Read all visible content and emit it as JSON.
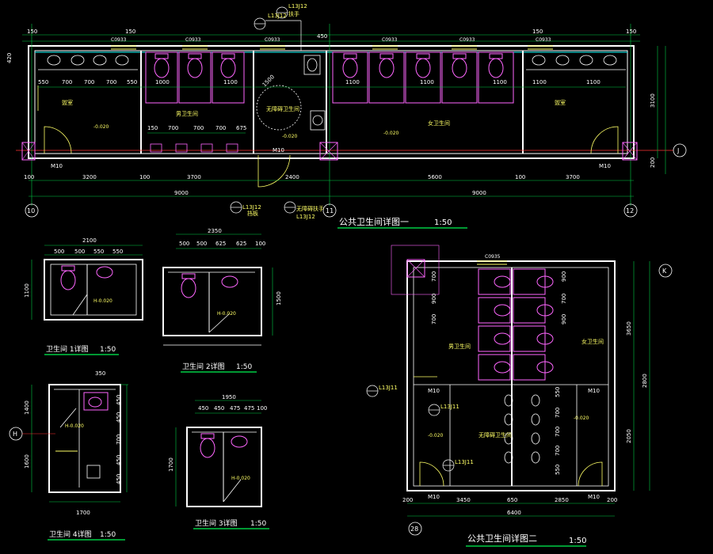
{
  "drawing": {
    "main_plan": {
      "title": "公共卫生间详图一",
      "scale": "1:50",
      "grid_left": "10",
      "grid_mid": "11",
      "grid_right": "12",
      "grid_j": "J",
      "total_left": "9000",
      "total_right": "9000",
      "seg_bottom": [
        "100",
        "3200",
        "100",
        "3700",
        "2400",
        "5600",
        "100",
        "3700"
      ],
      "top_dims": [
        "150",
        "150",
        "450",
        "150",
        "150"
      ],
      "window_labels": [
        "C0933",
        "C0933",
        "C0933",
        "C0933",
        "C0933",
        "C0933"
      ],
      "room_labels": [
        "盥室",
        "男卫生间",
        "无障碍卫生间",
        "女卫生间",
        "盥室"
      ],
      "elev_labels": [
        "-0.020",
        "-0.020",
        "-0.020"
      ],
      "door_labels": [
        "M10",
        "M10",
        "M10"
      ],
      "fixture_dims_left": [
        "550",
        "700",
        "700",
        "700",
        "550"
      ],
      "stall_dims_left": [
        "1000",
        "1100"
      ],
      "stall_dims_right": [
        "1100",
        "1100",
        "1100"
      ],
      "fixture_dims_right": [
        "1100",
        "1100"
      ],
      "urinal_dims": [
        "150",
        "700",
        "700",
        "700",
        "675"
      ],
      "right_dims": [
        "3100",
        "200"
      ],
      "callout_top": [
        "L13J12",
        "L13J12",
        "扶手"
      ],
      "callout_bottom": [
        "L13J12",
        "L13J12",
        "挡板",
        "无障碍扶手"
      ],
      "dia": "1500",
      "left_height": "420"
    },
    "detail1": {
      "title": "卫生间 1详图",
      "scale": "1:50",
      "total": "2100",
      "dims": [
        "500",
        "500",
        "550",
        "550"
      ],
      "height": "1100",
      "elev": "H-0.020"
    },
    "detail2": {
      "title": "卫生间 2详图",
      "scale": "1:50",
      "total": "2350",
      "dims": [
        "500",
        "500",
        "625",
        "625",
        "100"
      ],
      "height": "1500",
      "elev": "H-0.020"
    },
    "detail3": {
      "title": "卫生间 3详图",
      "scale": "1:50",
      "total": "1950",
      "dims": [
        "450",
        "450",
        "475",
        "475",
        "100"
      ],
      "height": "1700",
      "elev": "H-0.020"
    },
    "detail4": {
      "title": "卫生间 4详图",
      "scale": "1:50",
      "top": "350",
      "bottom": "1700",
      "left_dims": [
        "1400",
        "1600"
      ],
      "right_dims": [
        "450",
        "450",
        "700",
        "450",
        "450"
      ],
      "elev": "H-0.020",
      "grid": "H"
    },
    "plan2": {
      "title": "公共卫生间详图二",
      "scale": "1:50",
      "window": "C0935",
      "grid_k": "K",
      "grid_bottom": "28",
      "right_dims": [
        "3650",
        "2800",
        "2050"
      ],
      "bottom_dims": [
        "200",
        "3450",
        "650",
        "2850",
        "200"
      ],
      "total": "6400",
      "stall_dims": [
        "700",
        "900",
        "700",
        "900",
        "700",
        "900"
      ],
      "room_labels": [
        "男卫生间",
        "女卫生间",
        "无障碍卫生间"
      ],
      "door_labels": [
        "M10",
        "M10",
        "M10",
        "M10"
      ],
      "elev": [
        "-0.020",
        "-0.020"
      ],
      "callouts": [
        "L13J11",
        "L13J11",
        "L13J11"
      ],
      "urinal_dims": [
        "550",
        "700",
        "700",
        "700",
        "550"
      ]
    }
  }
}
